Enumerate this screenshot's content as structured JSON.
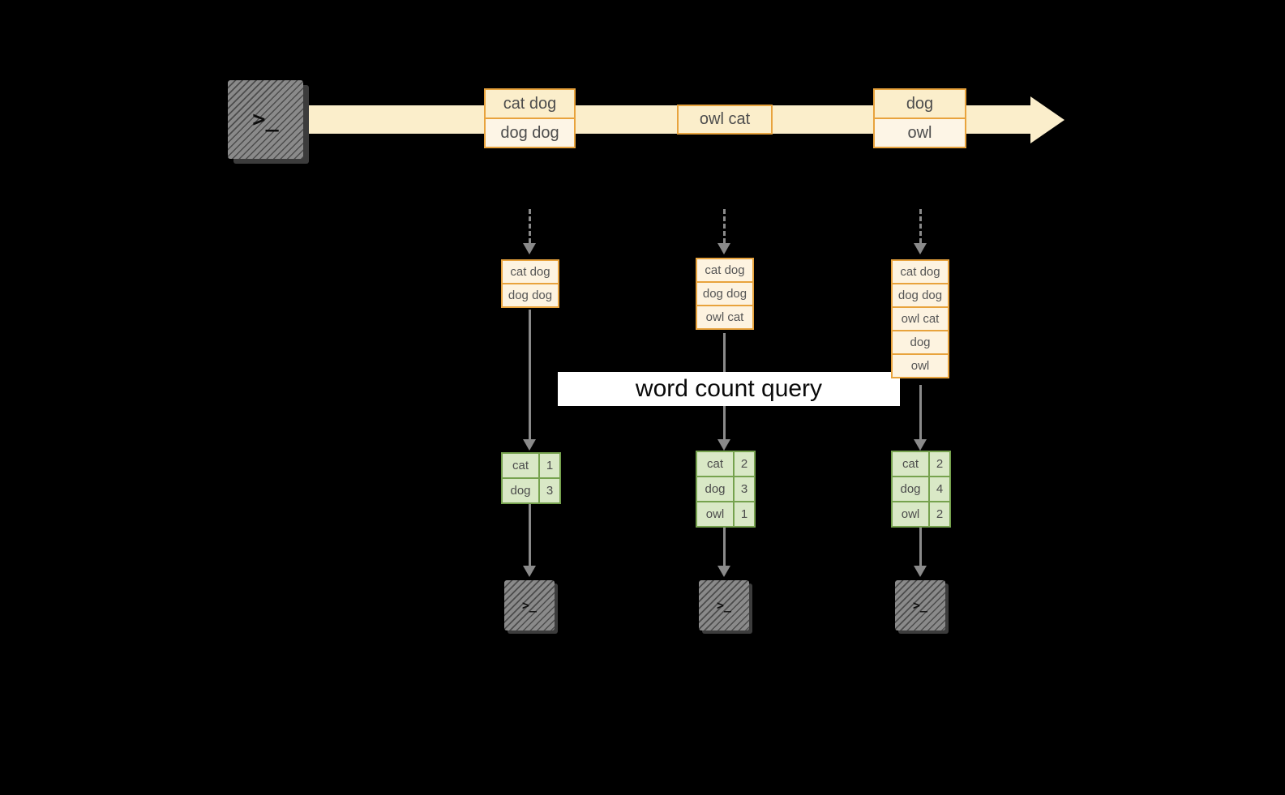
{
  "banner": {
    "label": "word count query"
  },
  "source": {
    "prompt": ">_"
  },
  "stream": [
    {
      "events": [
        "cat dog",
        "dog dog"
      ]
    },
    {
      "events": [
        "owl cat"
      ]
    },
    {
      "events": [
        "dog",
        "owl"
      ]
    }
  ],
  "columns": [
    {
      "buffer": [
        "cat dog",
        "dog dog"
      ],
      "result": [
        {
          "word": "cat",
          "count": "1"
        },
        {
          "word": "dog",
          "count": "3"
        }
      ],
      "prompt": ">_"
    },
    {
      "buffer": [
        "cat dog",
        "dog dog",
        "owl cat"
      ],
      "result": [
        {
          "word": "cat",
          "count": "2"
        },
        {
          "word": "dog",
          "count": "3"
        },
        {
          "word": "owl",
          "count": "1"
        }
      ],
      "prompt": ">_"
    },
    {
      "buffer": [
        "cat dog",
        "dog dog",
        "owl cat",
        "dog",
        "owl"
      ],
      "result": [
        {
          "word": "cat",
          "count": "2"
        },
        {
          "word": "dog",
          "count": "4"
        },
        {
          "word": "owl",
          "count": "2"
        }
      ],
      "prompt": ">_"
    }
  ],
  "colors": {
    "background": "#000000",
    "stream_band": "#fbeecb",
    "event_border": "#e8a33d",
    "event_fill": "#fdf3e0",
    "result_border": "#76a24e",
    "result_fill": "#d9e8c6",
    "arrow": "#8a8a8a",
    "banner_bg": "#ffffff"
  }
}
